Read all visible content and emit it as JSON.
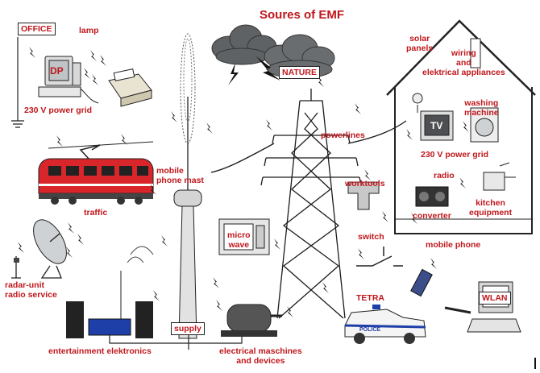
{
  "title": "Soures of EMF",
  "labels": {
    "office": "OFFICE",
    "lamp": "lamp",
    "dp": "DP",
    "power_grid_office": "230 V power grid",
    "nature": "NATURE",
    "solar": "solar\npanels",
    "wiring": "wiring\nand\nelektrical appliances",
    "washing": "washing\nmachine",
    "tv": "TV",
    "power_grid_house": "230 V power grid",
    "radio": "radio",
    "converter": "converter",
    "kitchen": "kitchen\nequipment",
    "powerlines": "powerlines",
    "worktools": "worktools",
    "switch": "switch",
    "mobile_phone": "mobile phone",
    "mobile_mast": "mobile\nphone mast",
    "traffic": "traffic",
    "microwave": "micro\nwave",
    "radar": "radar-unit\nradio service",
    "tetra": "TETRA",
    "wlan": "WLAN",
    "supply": "supply",
    "entertainment": "entertainment elektronics",
    "machines": "electrical maschines\nand devices",
    "police": "POLICE"
  },
  "colors": {
    "label": "#c0161b",
    "train": "#d8262a",
    "cloud": "#5f6265",
    "ink": "#1b1b1b",
    "stereo": "#1f3fa8",
    "screen": "#bfc4c6"
  },
  "icons": [
    "cloud-icon",
    "lightning-icon",
    "pylon-icon",
    "house-icon",
    "train-icon",
    "mast-icon",
    "radar-dish-icon",
    "computer-icon",
    "printer-icon",
    "tv-icon",
    "washing-machine-icon",
    "radio-icon",
    "stereo-icon",
    "motor-icon",
    "police-car-icon",
    "phone-icon",
    "laptop-icon",
    "switch-icon",
    "drill-icon",
    "microwave-icon"
  ]
}
